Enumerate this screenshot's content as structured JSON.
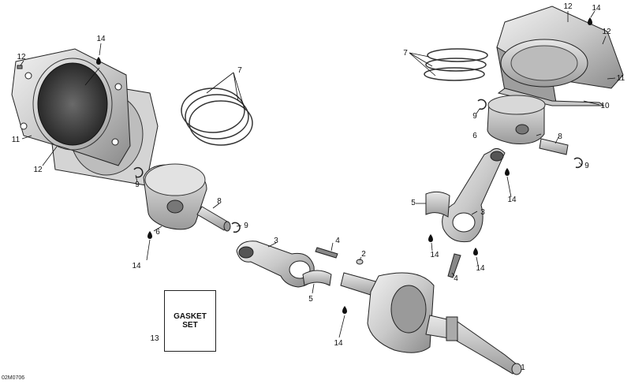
{
  "callouts": {
    "n1": "1",
    "n2": "2",
    "n3": "3",
    "n4": "4",
    "n5": "5",
    "n6": "6",
    "n7": "7",
    "n8": "8",
    "n9": "9",
    "n10": "10",
    "n11": "11",
    "n12": "12",
    "n13": "13",
    "n14": "14"
  },
  "gasket_set": {
    "line1": "GASKET",
    "line2": "SET"
  },
  "drawing_id": "02M0706"
}
